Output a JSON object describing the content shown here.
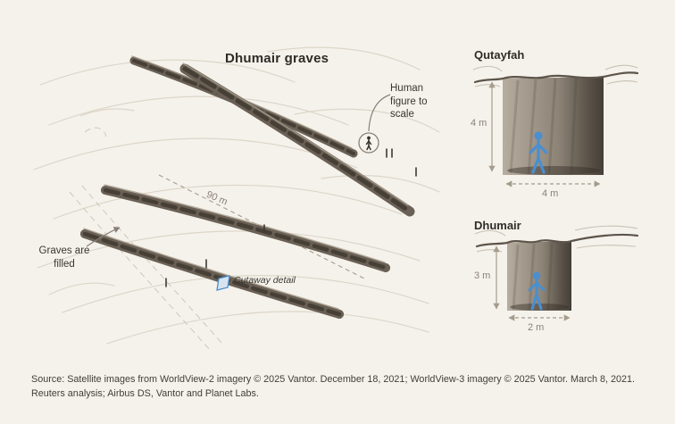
{
  "illustration": {
    "title": "Dhumair graves",
    "human_scale_label": "Human figure to scale",
    "graves_filled_label": "Graves are filled",
    "cutaway_label": "Cutaway detail",
    "length_label": "90 m"
  },
  "cross_sections": [
    {
      "title": "Qutayfah",
      "depth_label": "4 m",
      "width_label": "4 m"
    },
    {
      "title": "Dhumair",
      "depth_label": "3 m",
      "width_label": "2 m"
    }
  ],
  "source_text": "Source: Satellite images from WorldView-2 imagery © 2025 Vantor. December 18, 2021; WorldView-3 imagery © 2025 Vantor. March 8, 2021. Reuters analysis; Airbus DS, Vantor and Planet Labs.",
  "colors": {
    "background": "#f5f2ec",
    "trench": "#60574c",
    "figure_blue": "#4a8fd0",
    "text_dark": "#35322d",
    "text_muted": "#8a8177"
  }
}
